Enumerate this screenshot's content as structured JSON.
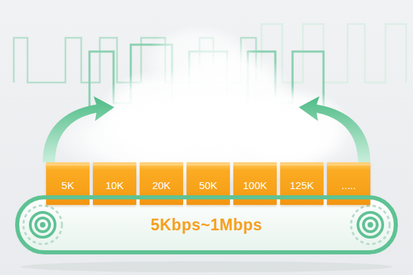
{
  "diagram": {
    "nodes": [
      {
        "text": [
          "5K"
        ]
      },
      {
        "text": [
          "10K"
        ]
      },
      {
        "text": [
          "20K"
        ]
      },
      {
        "text": [
          "50K"
        ]
      },
      {
        "text": [
          "100K"
        ]
      },
      {
        "text": [
          "125K"
        ]
      },
      {
        "text": [
          "....."
        ]
      },
      {
        "text": [
          "5Kbps~1Mbps"
        ]
      }
    ]
  }
}
